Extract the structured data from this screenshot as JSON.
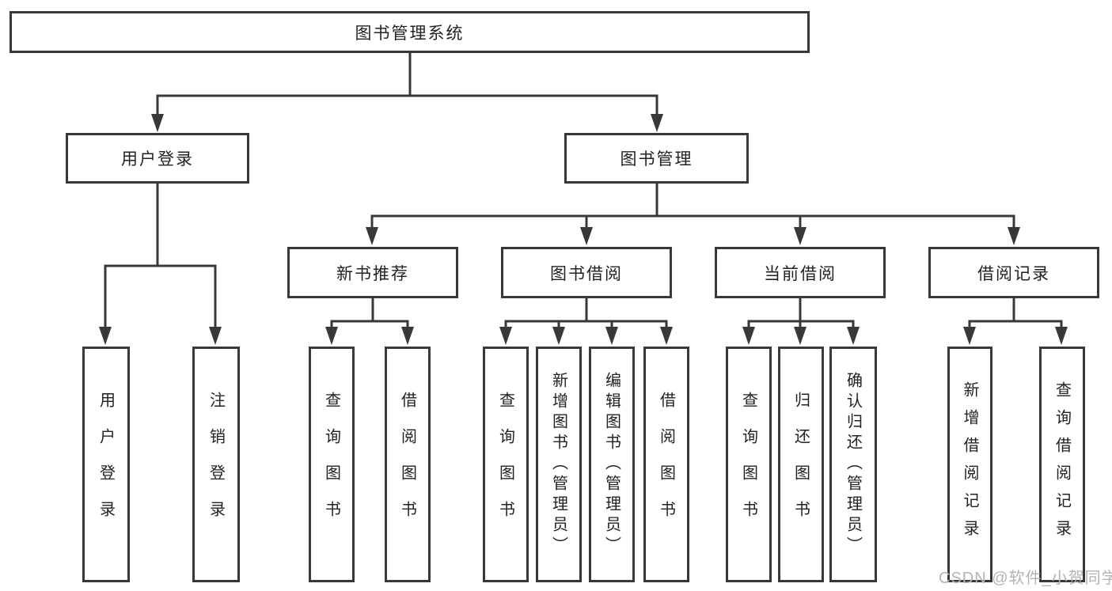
{
  "diagram": {
    "tree": {
      "label": "图书管理系统",
      "children": [
        {
          "label": "用户登录",
          "children": [
            {
              "label": "用户登录"
            },
            {
              "label": "注销登录"
            }
          ]
        },
        {
          "label": "图书管理",
          "children": [
            {
              "label": "新书推荐",
              "children": [
                {
                  "label": "查询图书"
                },
                {
                  "label": "借阅图书"
                }
              ]
            },
            {
              "label": "图书借阅",
              "children": [
                {
                  "label": "查询图书"
                },
                {
                  "label": "新增图书（管理员）"
                },
                {
                  "label": "编辑图书（管理员）"
                },
                {
                  "label": "借阅图书"
                }
              ]
            },
            {
              "label": "当前借阅",
              "children": [
                {
                  "label": "查询图书"
                },
                {
                  "label": "归还图书"
                },
                {
                  "label": "确认归还（管理员）"
                }
              ]
            },
            {
              "label": "借阅记录",
              "children": [
                {
                  "label": "新增借阅记录"
                },
                {
                  "label": "查询借阅记录"
                }
              ]
            }
          ]
        }
      ]
    },
    "watermark": "CSDN @软件_小贺同学",
    "colors": {
      "line": "#383838",
      "text": "#222222",
      "watermark": "#b4b4b4",
      "background": "#ffffff"
    }
  }
}
